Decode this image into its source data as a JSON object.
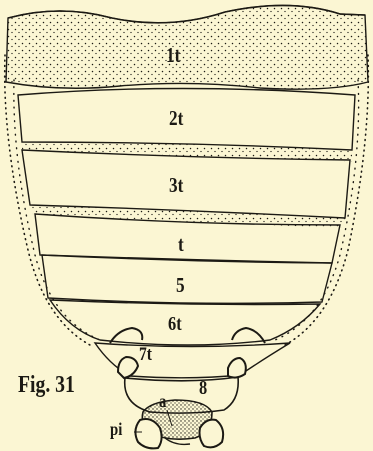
{
  "figure": {
    "caption": "Fig. 31",
    "segment_labels": [
      "1t",
      "2t",
      "3t",
      "t",
      "5",
      "6t",
      "7t",
      "8"
    ],
    "part_labels": {
      "a": "a",
      "pi": "pi"
    },
    "colors": {
      "paper": "#fbf6d3",
      "ink": "#1c1a14"
    }
  }
}
